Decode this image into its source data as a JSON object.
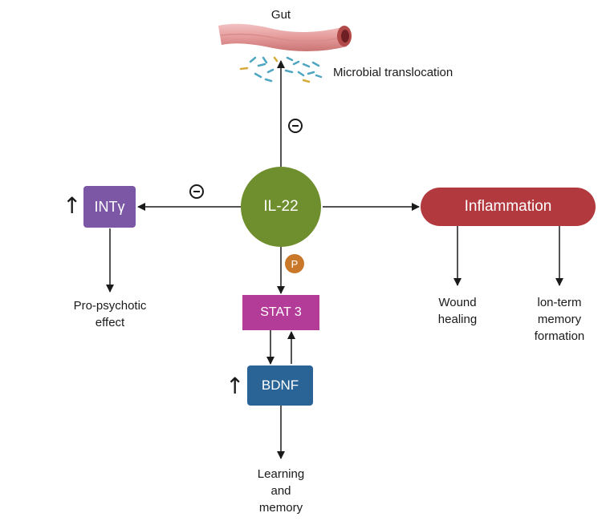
{
  "labels": {
    "gut": "Gut",
    "microbial": "Microbial translocation",
    "il22": "IL-22",
    "inty": "INTγ",
    "inflammation": "Inflammation",
    "stat3": "STAT 3",
    "bdnf": "BDNF",
    "phospho": "P",
    "pro_psychotic": [
      "Pro-psychotic",
      "effect"
    ],
    "wound_healing": [
      "Wound",
      "healing"
    ],
    "long_term": [
      "lon-term",
      "memory",
      "formation"
    ],
    "learning": [
      "Learning",
      "and",
      "memory"
    ],
    "up_arrow": "↑"
  },
  "colors": {
    "il22": "#6f8f2e",
    "inty": "#7b57a6",
    "inflammation": "#b23a3f",
    "stat3": "#b43c99",
    "bdnf": "#2a6496",
    "phospho": "#c9782a"
  }
}
